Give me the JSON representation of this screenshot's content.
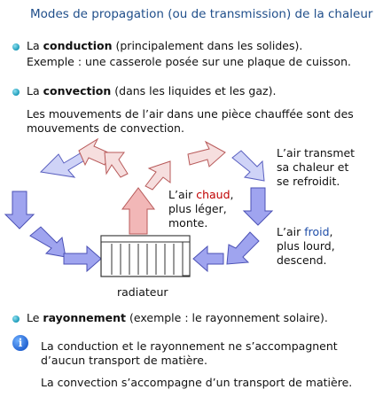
{
  "title": "Modes de propagation (ou de transmission) de la chaleur",
  "conduction": {
    "label": "La",
    "term": "conduction",
    "detail": "(principalement dans les solides).",
    "example": "Exemple : une casserole posée sur une plaque de cuisson."
  },
  "convection": {
    "label": "La",
    "term": "convection",
    "detail": "(dans les liquides et les gaz).",
    "desc_line1": "Les mouvements de l’air dans une pièce chauffée sont des",
    "desc_line2": "mouvements de convection."
  },
  "diagram": {
    "right_top": [
      "L’air transmet",
      "sa chaleur et",
      "se refroidit."
    ],
    "hot_prefix": "L’air",
    "hot_word": "chaud",
    "hot_rest": [
      "plus léger,",
      "monte."
    ],
    "cold_prefix": "L’air",
    "cold_word": "froid",
    "cold_rest": [
      "plus lourd,",
      "descend."
    ],
    "radiator_label": "radiateur",
    "colors": {
      "hot": "#f2b7b7",
      "warm": "#f6dede",
      "cold": "#9fa4ef",
      "cool": "#cfd3f7"
    }
  },
  "rayonnement": {
    "label": "Le",
    "term": "rayonnement",
    "detail": "(exemple : le rayonnement solaire)."
  },
  "info": {
    "icon": "i",
    "line1": "La conduction et le rayonnement ne s’accompagnent",
    "line2": "d’aucun transport de matière.",
    "line3": "La convection s’accompagne d’un transport de matière."
  }
}
